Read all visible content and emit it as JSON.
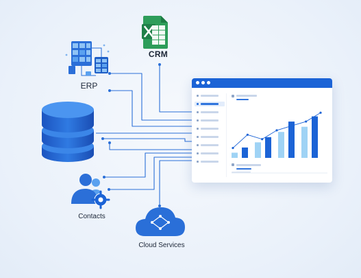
{
  "nodes": {
    "erp": {
      "label": "ERP"
    },
    "crm": {
      "label": "CRM"
    },
    "contacts": {
      "label": "Contacts"
    },
    "cloud": {
      "label": "Cloud Services"
    },
    "database": {
      "label": ""
    }
  },
  "dashboard": {
    "window_dots": 3,
    "sidebar_rows": 9,
    "active_row": 1,
    "chart_data": {
      "type": "bar",
      "bars": [
        {
          "light": 1,
          "dark": 2
        },
        {
          "light": 3,
          "dark": 4
        },
        {
          "light": 5,
          "dark": 7
        },
        {
          "light": 6,
          "dark": 8
        }
      ],
      "line": [
        1,
        4,
        3,
        5,
        6,
        7,
        9
      ]
    }
  },
  "colors": {
    "primary": "#1b63d6",
    "light_bar": "#9fd3f5",
    "wire": "#2a6fd8",
    "crm_green": "#2e9d5a"
  }
}
